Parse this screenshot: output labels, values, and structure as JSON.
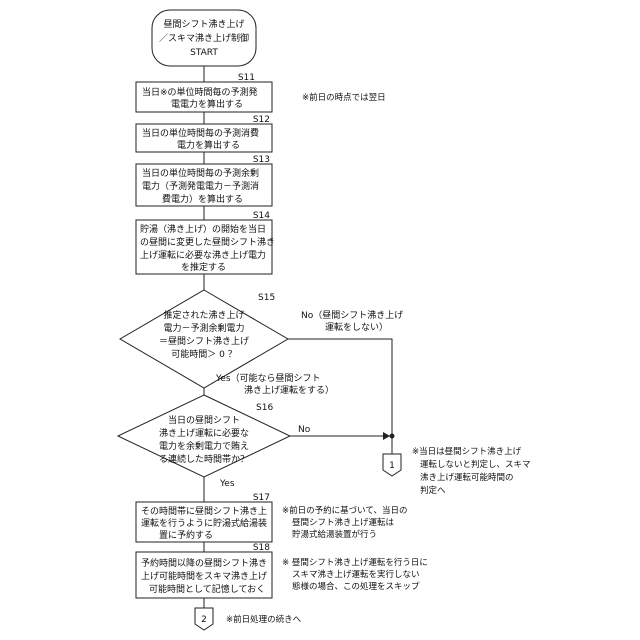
{
  "start": {
    "lines": [
      "昼間シフト沸き上げ",
      "／スキマ沸き上げ制御",
      "START"
    ]
  },
  "steps": [
    {
      "id": "S11",
      "lines": [
        "当日※の単位時間毎の予測発",
        "電電力を算出する"
      ]
    },
    {
      "id": "S12",
      "lines": [
        "当日の単位時間毎の予測消費",
        "電力を算出する"
      ]
    },
    {
      "id": "S13",
      "lines": [
        "当日の単位時間毎の予測余剰",
        "電力（予測発電電力－予測消",
        "費電力）を算出する"
      ]
    },
    {
      "id": "S14",
      "lines": [
        "貯湯（沸き上げ）の開始を当日",
        "の昼間に変更した昼間シフト沸き",
        "上げ運転に必要な沸き上げ電力",
        "を推定する"
      ]
    },
    {
      "id": "S15",
      "lines": [
        "推定された沸き上げ",
        "電力－予測余剰電力",
        "＝昼間シフト沸き上げ",
        "可能時間＞ 0 ？"
      ]
    },
    {
      "id": "S16",
      "lines": [
        "当日の昼間シフト",
        "沸き上げ運転に必要な",
        "電力を余剰電力で賄え",
        "る連続した時間帯か？"
      ]
    },
    {
      "id": "S17",
      "lines": [
        "その時間帯に昼間シフト沸き上",
        "運転を行うように貯湯式給湯装",
        "置に予約する"
      ]
    },
    {
      "id": "S18",
      "lines": [
        "予約時間以降の昼間シフト沸き",
        "上げ可能時間をスキマ沸き上げ",
        "可能時間として記憶しておく"
      ]
    }
  ],
  "branches": {
    "s15_no": [
      "No（昼間シフト沸き上げ",
      "運転をしない）"
    ],
    "s15_yes": [
      "Yes（可能なら昼間シフト",
      "沸き上げ運転をする）"
    ],
    "s16_no": "No",
    "s16_yes": "Yes"
  },
  "connectors": {
    "c1": "1",
    "c2": "2"
  },
  "notes": {
    "n_s11": "※前日の時点では翌日",
    "n_c1": [
      "※当日は昼間シフト沸き上げ",
      "運転しないと判定し、スキマ",
      "沸き上げ運転可能時間の",
      "判定へ"
    ],
    "n_s17": [
      "※前日の予約に基づいて、当日の",
      "昼間シフト沸き上げ運転は",
      "貯湯式給湯装置が行う"
    ],
    "n_s18": [
      "※ 昼間シフト沸き上げ運転を行う日に",
      "スキマ沸き上げ運転を実行しない",
      "態様の場合、この処理をスキップ"
    ],
    "n_c2": "※前日処理の続きへ"
  }
}
